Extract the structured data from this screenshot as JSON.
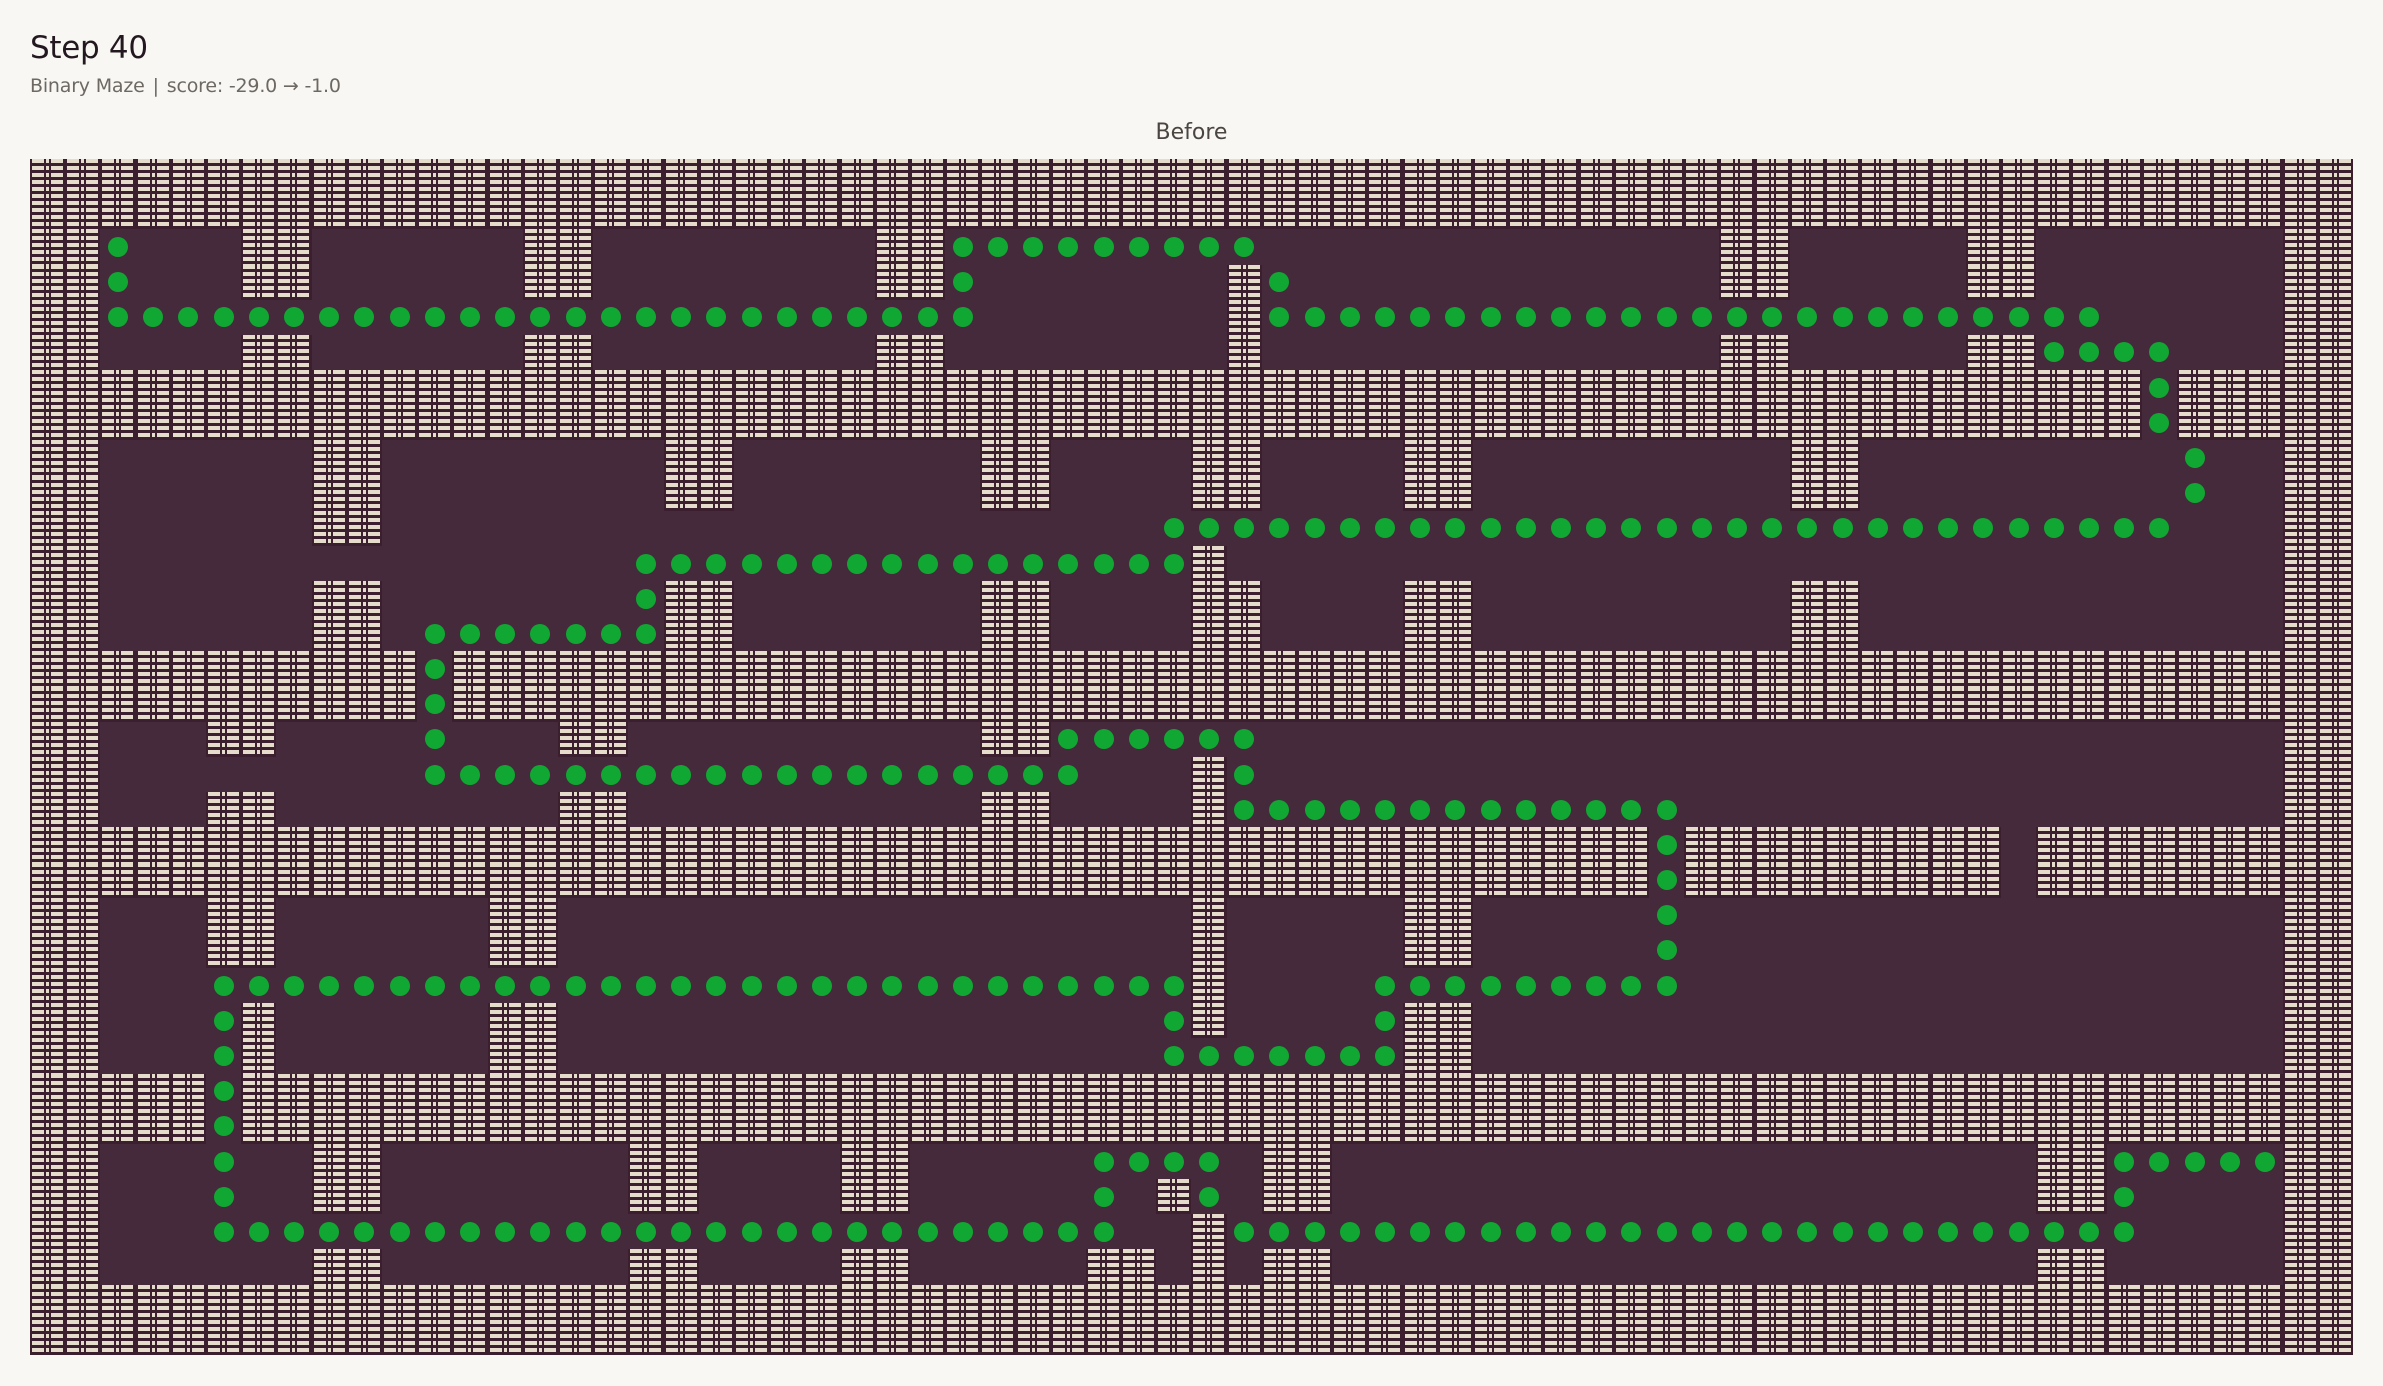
{
  "header": {
    "title": "Step 40",
    "game_name": "Binary Maze",
    "separator": "|",
    "score_text": "score: -29.0 → -1.0"
  },
  "panel": {
    "label": "Before"
  },
  "colors": {
    "background": "#f8f7f4",
    "floor": "#442a3a",
    "wall_base": "#3b1f2e",
    "wall_brick": "#e6dccb",
    "path_dot": "#10a832"
  },
  "maze": {
    "cols": 66,
    "rows": 34,
    "legend": {
      "#": "wall",
      ".": "floor",
      "o": "path-dot"
    },
    "grid": [
      "##################################################################",
      "##################################################################",
      "##o...##......##........##ooooooooo.............##.....##.......##",
      "##o...##......##........##o.......#o............##.....##.......##",
      "##ooooooooooooooooooooooooo.......#oooooooooooooooooooooooo.....##",
      "##....##......##........##........#.............##.....##oooo...##",
      "############################################################o#####",
      "############################################################o#####",
      "##......##........##.......##....##....##.........##.........o..##",
      "##......##........##.......##....##....##.........##.........o..##",
      "##......##......................ooooooooooooooooooooooooooooo...##",
      "##...............oooooooooooooooo#..............................##",
      "##......##.......o##.......##....##....##.........##............##",
      "##......##.ooooooo##.......##....##....##.........##............##",
      "###########o######################################################",
      "###########o######################################################",
      "##...##....o...##..........##oooooo.............................##",
      "##.........ooooooooooooooooooo...#o.............................##",
      "##...##........##..........##....#ooooooooooooo.................##",
      "##############################################o#########.#########",
      "##############################################o#########.#########",
      "##...##......##..................#.....##.....o.................##",
      "##...##......##..................#.....##.....o.................##",
      "##...oooooooooooooooooooooooooooo#....ooooooooo.................##",
      "##...o#......##.................o#....o##.......................##",
      "##...o#......##.................ooooooo##.......................##",
      "#####o############################################################",
      "#####o############################################################",
      "##...o..##.......##....##.....oooo.##....................##ooooo##",
      "##...o..##.......##....##.....o.#o.##....................##o....##",
      "##...oooooooooooooooooooooooooo..#oooooooooooooooooooooooooo....##",
      "##......##.......##....##.....##.#.##....................##.....##",
      "##################################################################",
      "##################################################################"
    ]
  }
}
